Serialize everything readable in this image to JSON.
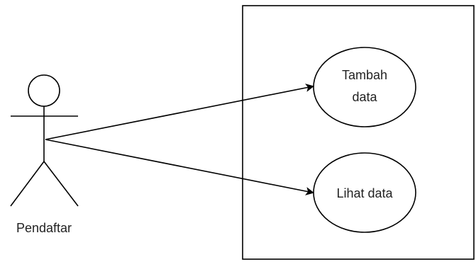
{
  "actor": {
    "label": "Pendaftar"
  },
  "use_cases": [
    {
      "line1": "Tambah",
      "line2": "data"
    },
    {
      "line1": "Lihat data"
    }
  ],
  "colors": {
    "stroke": "#000000",
    "text": "#222222",
    "background": "#ffffff"
  }
}
